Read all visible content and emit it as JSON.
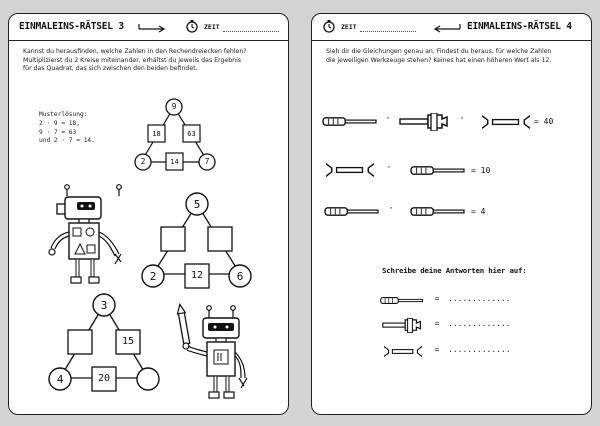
{
  "left_page": {
    "title": "EINMALEINS-RÄTSEL 3",
    "time_label": "ZEIT",
    "intro_lines": [
      "Kannst du herausfinden, welche Zahlen in den Rechendreiecken fehlen?",
      "Multiplizierst du 2 Kreise miteinander, erhältst du jeweils das Ergebnis",
      "für das Quadrat, das sich zwischen den beiden befindet."
    ],
    "example": {
      "heading": "Musterlösung:",
      "lines": [
        "2 · 9 = 18,",
        "9 · 7 = 63",
        "und 2 · 7 = 14."
      ]
    },
    "puzzle1": {
      "top": "9",
      "left_square": "18",
      "right_square": "63",
      "bottom_left": "2",
      "bottom_square": "14",
      "bottom_right": "7"
    },
    "puzzle2": {
      "top": "5",
      "bottom_left": "2",
      "bottom_square": "12",
      "bottom_right": "6"
    },
    "puzzle3": {
      "top": "3",
      "right_square": "15",
      "bottom_left": "4",
      "bottom_square": "20"
    }
  },
  "right_page": {
    "title": "EINMALEINS-RÄTSEL 4",
    "time_label": "ZEIT",
    "intro_lines": [
      "Sieh dir die Gleichungen genau an. Findest du heraus, für welche Zahlen",
      "die jeweiligen Werkzeuge stehen? Keines hat einen höheren Wert als 12."
    ],
    "equations": [
      {
        "op1": "·",
        "op2": "·",
        "result": "= 40"
      },
      {
        "op1": "·",
        "result": "= 10"
      },
      {
        "op1": "·",
        "result": "= 4"
      }
    ],
    "answers_prompt": "Schreibe deine Antworten hier auf:",
    "answer_lines": [
      {
        "eq": "=",
        "blank": "............."
      },
      {
        "eq": "=",
        "blank": "............."
      },
      {
        "eq": "=",
        "blank": "............."
      }
    ]
  }
}
